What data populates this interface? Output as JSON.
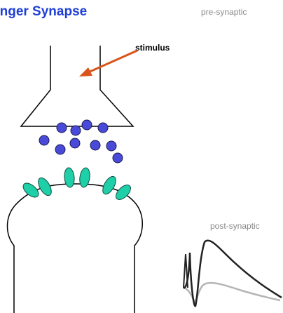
{
  "title": "onger Synapse",
  "labels": {
    "pre_synaptic": "pre-synaptic",
    "post_synaptic": "post-synaptic",
    "stimulus": "stimulus"
  },
  "colors": {
    "title": "#1f3fd6",
    "vesicle": "#4a4ad8",
    "receptor": "#1fcfa8",
    "arrow": "#d9541a",
    "trace_strong": "#222222",
    "trace_weak": "#b5b5b5",
    "caption": "#8a8a8a"
  }
}
